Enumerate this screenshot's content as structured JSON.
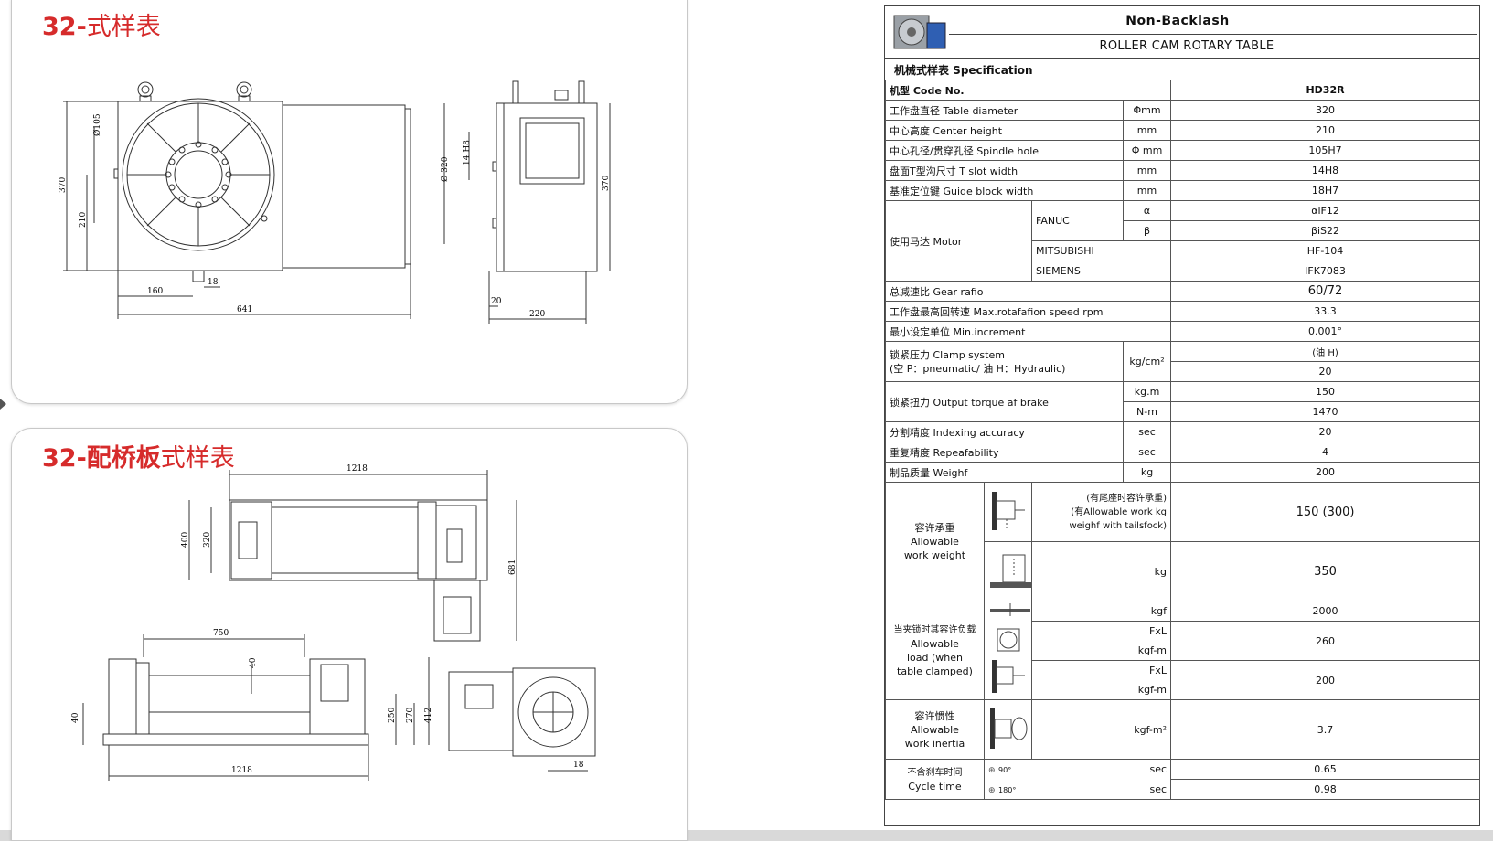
{
  "left": {
    "section1_title_bold": "32-",
    "section1_title_normal": "式样表",
    "section2_title_bold": "32-配桥板",
    "section2_title_normal": "式样表",
    "dims1": {
      "d105": "Ø105",
      "d370a": "370",
      "d210": "210",
      "d160": "160",
      "d18": "18",
      "d641": "641",
      "d320": "Ø 320",
      "d14": "14 H8",
      "d370b": "370",
      "d20": "20",
      "d220": "220"
    },
    "dims2": {
      "d1218a": "1218",
      "d400": "400",
      "d320": "320",
      "d681": "681",
      "d750": "750",
      "d40a": "40",
      "d40b": "40",
      "d250": "250",
      "d270": "270",
      "d412": "412",
      "d1218b": "1218",
      "d18": "18"
    }
  },
  "spec": {
    "title": "Non-Backlash",
    "subtitle": "ROLLER CAM ROTARY TABLE",
    "section": "机械式样表  Specification",
    "model_label": "机型 Code No.",
    "model_value": "HD32R",
    "rows": {
      "table_dia": {
        "label": "工作盘直径 Table diameter",
        "unit": "Φmm",
        "value": "320"
      },
      "center_h": {
        "label": "中心高度 Center height",
        "unit": "mm",
        "value": "210"
      },
      "spindle": {
        "label": "中心孔径/贯穿孔径 Spindle hole",
        "unit": "Φ mm",
        "value": "105H7"
      },
      "tslot": {
        "label": "盘面T型沟尺寸 T slot width",
        "unit": "mm",
        "value": "14H8"
      },
      "guide": {
        "label": "基准定位键 Guide block width",
        "unit": "mm",
        "value": "18H7"
      },
      "motor_label": "使用马达 Motor",
      "fanuc": "FANUC",
      "alpha": "α",
      "alpha_val": "αiF12",
      "beta": "β",
      "beta_val": "βiS22",
      "mitsubishi": "MITSUBISHI",
      "mitsubishi_val": "HF-104",
      "siemens": "SIEMENS",
      "siemens_val": "IFK7083",
      "gear": {
        "label": "总减速比 Gear rafio",
        "value": "60/72"
      },
      "speed": {
        "label": "工作盘最高回转速 Max.rotafafion speed    rpm",
        "value": "33.3"
      },
      "minincr": {
        "label": "最小设定单位 Min.increment",
        "value": "0.001°"
      },
      "clamp_label1": "锁紧压力 Clamp system",
      "clamp_label2": "(空 P：pneumatic/ 油 H：Hydraulic)",
      "clamp_unit": "kg/cm²",
      "clamp_val1": "(油 H)",
      "clamp_val2": "20",
      "torque_label": "锁紧扭力 Output torque af brake",
      "torque_unit1": "kg.m",
      "torque_val1": "150",
      "torque_unit2": "N-m",
      "torque_val2": "1470",
      "index": {
        "label": "分割精度 Indexing accuracy",
        "unit": "sec",
        "value": "20"
      },
      "repeat": {
        "label": "重复精度 Repeafability",
        "unit": "sec",
        "value": "4"
      },
      "weight": {
        "label": "制品质量 Weighf",
        "unit": "kg",
        "value": "200"
      },
      "aw_label1": "容许承重",
      "aw_label2": "Allowable",
      "aw_label3": "work weight",
      "aw_note1": "(有尾座时容许承重)",
      "aw_note2": "(有Allowable work",
      "aw_note3": "weighf with tailsfock)",
      "aw_unit1": "kg",
      "aw_val1": "150 (300)",
      "aw_unit2": "kg",
      "aw_val2": "350",
      "al_label1": "当夹锁时其容许负载",
      "al_label2": "Allowable",
      "al_label3": "load (when",
      "al_label4": "table clamped)",
      "al_unit1": "kgf",
      "al_val1": "2000",
      "al_unit2": "FxL",
      "al_unit3": "kgf-m",
      "al_val2": "260",
      "al_unit4": "FxL",
      "al_unit5": "kgf-m",
      "al_val3": "200",
      "ai_label1": "容许惯性",
      "ai_label2": "Allowable",
      "ai_label3": "work inertia",
      "ai_unit": "kgf-m²",
      "ai_val": "3.7",
      "ct_label1": "不含刹车时间",
      "ct_label2": "Cycle time",
      "ct_deg1": "90°",
      "ct_deg2": "180°",
      "ct_unit1": "sec",
      "ct_val1": "0.65",
      "ct_unit2": "sec",
      "ct_val2": "0.98"
    }
  }
}
